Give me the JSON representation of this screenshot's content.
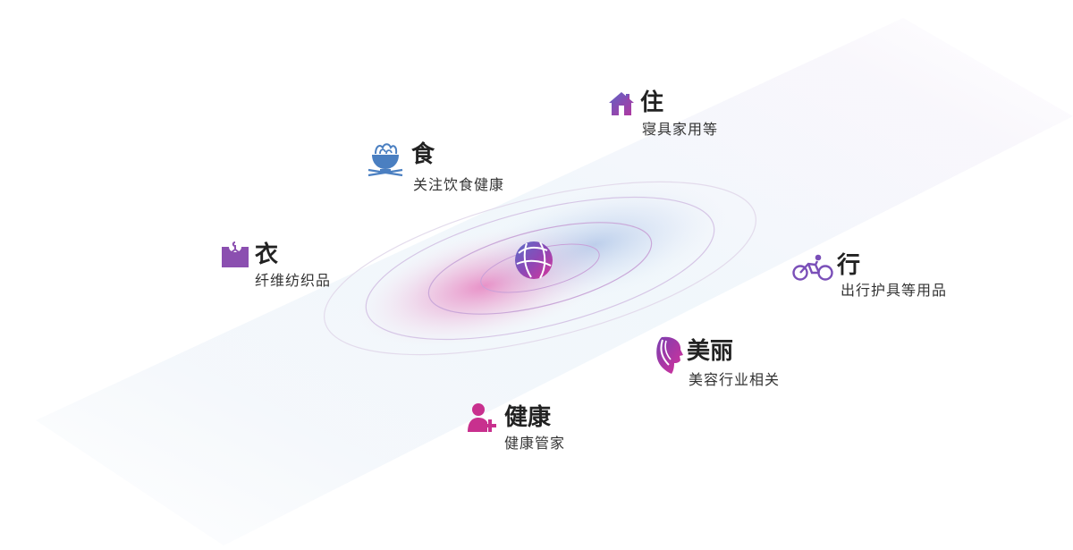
{
  "features": {
    "zhu": {
      "title": "住",
      "desc": "寝具家用等",
      "icon": "house-icon",
      "color": "#7e3fa0"
    },
    "shi": {
      "title": "食",
      "desc": "关注饮食健康",
      "icon": "noodle-bowl-icon",
      "color": "#4a7fc1"
    },
    "yi": {
      "title": "衣",
      "desc": "纤维纺织品",
      "icon": "clothing-bag-icon",
      "color": "#8b4fb0"
    },
    "xing": {
      "title": "行",
      "desc": "出行护具等用品",
      "icon": "cyclist-icon",
      "color": "#7a4fb8"
    },
    "meili": {
      "title": "美丽",
      "desc": "美容行业相关",
      "icon": "woman-face-icon",
      "color": "#c0309a"
    },
    "jiankang": {
      "title": "健康",
      "desc": "健康管家",
      "icon": "person-plus-icon",
      "color": "#c8308e"
    }
  },
  "center": {
    "icon": "globe-icon"
  },
  "colors": {
    "accent_pink": "#e0389a",
    "accent_purple": "#7e3fa0",
    "accent_blue": "#4a7fc1"
  }
}
